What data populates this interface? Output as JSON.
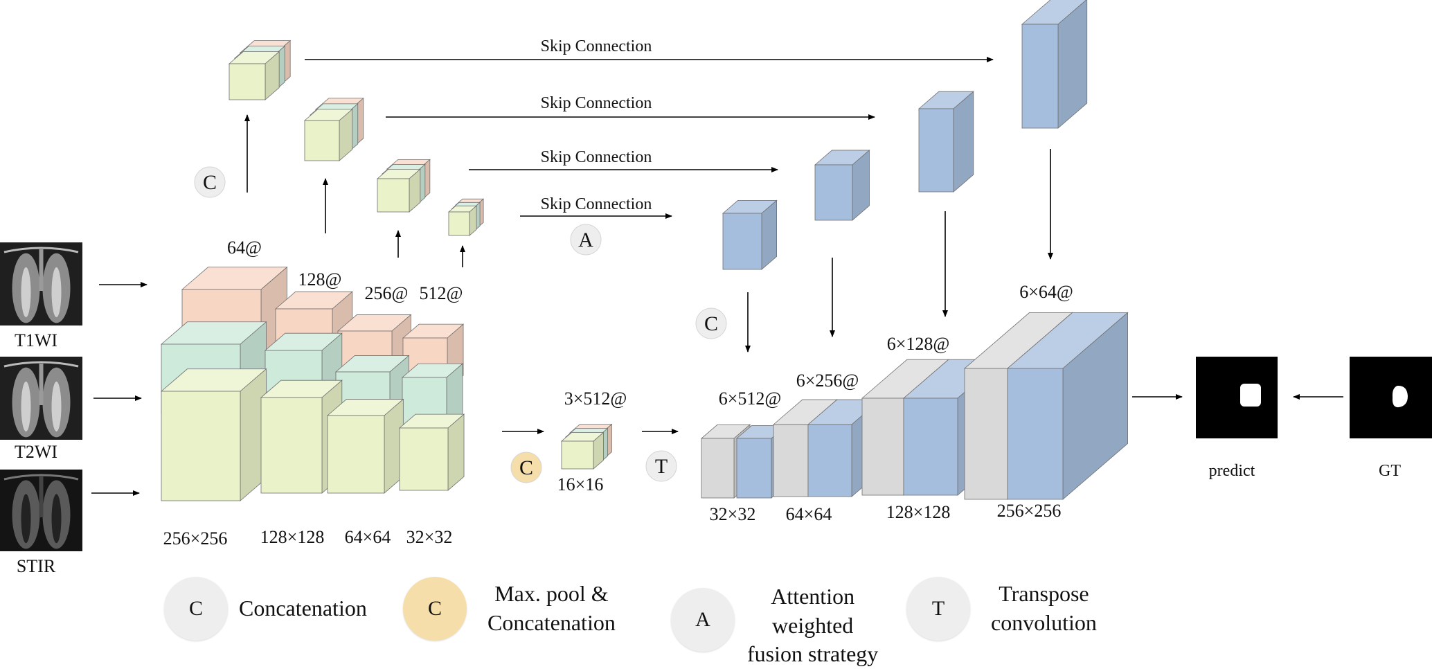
{
  "colors": {
    "green": "#e9f2c9",
    "teal": "#cdeadb",
    "peach": "#f8d6c4",
    "blue": "#a6bedd",
    "gray": "#d9d9d9",
    "legend_gray": "#eeeeee",
    "legend_yellow": "#f5deaa"
  },
  "inputs": [
    {
      "label": "T1WI",
      "icon": "mri-coronal-t1-image"
    },
    {
      "label": "T2WI",
      "icon": "mri-coronal-t2-image"
    },
    {
      "label": "STIR",
      "icon": "mri-coronal-stir-image"
    }
  ],
  "encoder": {
    "channels": [
      "64@",
      "128@",
      "256@",
      "512@"
    ],
    "sizes": [
      "256×256",
      "128×128",
      "64×64",
      "32×32"
    ]
  },
  "skip_label": "Skip Connection",
  "bottleneck": {
    "channels": "3×512@",
    "size": "16×16"
  },
  "decoder": {
    "channels": [
      "6×512@",
      "6×256@",
      "6×128@",
      "6×64@"
    ],
    "sizes": [
      "32×32",
      "64×64",
      "128×128",
      "256×256"
    ]
  },
  "ops": {
    "concat": "C",
    "pool_concat": "C",
    "attention": "A",
    "transpose": "T"
  },
  "outputs": {
    "predict": "predict",
    "gt": "GT"
  },
  "legend": {
    "concat_symbol": "C",
    "concat_label": "Concatenation",
    "pool_symbol": "C",
    "pool_line1": "Max. pool &",
    "pool_line2": "Concatenation",
    "attention_symbol": "A",
    "attention_line1": "Attention",
    "attention_line2": "weighted",
    "attention_line3": "fusion strategy",
    "transpose_symbol": "T",
    "transpose_line1": "Transpose",
    "transpose_line2": "convolution"
  }
}
